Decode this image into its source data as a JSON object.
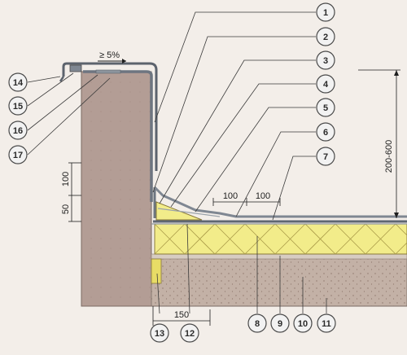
{
  "diagram": {
    "slope_label": "≥ 5%",
    "dimensions": {
      "height_range": "200-600",
      "upstand_100": "100",
      "upstand_50": "50",
      "overlap_1": "100",
      "overlap_2": "100",
      "width_150": "150"
    },
    "callouts": [
      "1",
      "2",
      "3",
      "4",
      "5",
      "6",
      "7",
      "8",
      "9",
      "10",
      "11",
      "12",
      "13",
      "14",
      "15",
      "16",
      "17"
    ],
    "colors": {
      "background": "#f3eee9",
      "wall": "#b39d95",
      "concrete": "#c3b1a6",
      "insulation": "#f2ec8a",
      "membrane": "#7f8792",
      "callout_fill": "#f2f2f2",
      "callout_stroke": "#4a4a4a"
    }
  }
}
